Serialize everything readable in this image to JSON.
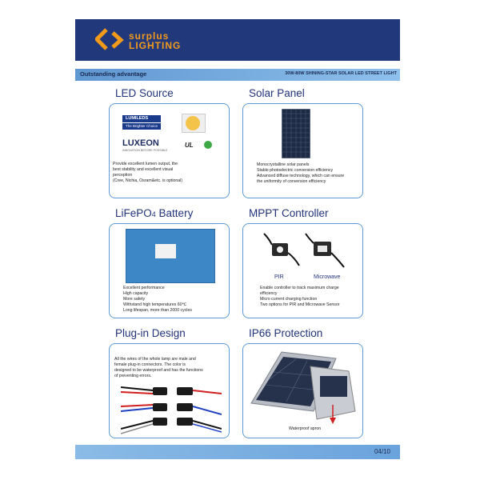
{
  "header": {
    "logo_top": "surplus",
    "logo_bottom": "LIGHTING",
    "brand_color": "#21397a",
    "accent_color": "#f39a1c",
    "logo_icon": "chevron-logo-icon"
  },
  "band": {
    "left": "Outstanding advantage",
    "right": "30W-80W SHINING-STAR SOLAR LED STREET LIGHT"
  },
  "sections": {
    "led": {
      "title": "LED Source",
      "lumileds": "LUMILEDS",
      "lumileds_tag": "The Brighter Choice",
      "luxeon": "LUXEON",
      "luxeon_tag": "INNOVATION BEFORE POSSIBLE",
      "ul": "UL",
      "lines": [
        "Provide excellent lumen output, the",
        "best stability and excellent visual",
        "perception",
        "(Cree, Nichia, Osram&etc. is optional)"
      ]
    },
    "solar": {
      "title": "Solar Panel",
      "lines": [
        "Monocrystalline solar panels",
        "Stable photoelectric conversion efficiency",
        "Advanced diffuse technology, which can ensure",
        "the uniformity of conversion efficiency"
      ]
    },
    "battery": {
      "title_main": "LiFePO",
      "title_sub": "4",
      "title_end": " Battery",
      "lines": [
        "Excellent performance",
        "High capacity",
        "More safety",
        "Withstand high temperatures 60℃",
        "Long lifespan, more than 2000 cycles"
      ]
    },
    "mppt": {
      "title": "MPPT Controller",
      "label_pir": "PIR",
      "label_microwave": "Microwave",
      "lines": [
        "Enable controller to track maximum charge",
        "efficiency",
        "Micro current charging function",
        "Two options for PIR and Microwave Sensor"
      ]
    },
    "plugin": {
      "title": "Plug-in Design",
      "lines": [
        "All the wires of the whole lamp are male and",
        "female plug-in connectors. The color is",
        "designed to be waterproof and has the functions",
        "of preventing errors."
      ]
    },
    "ip66": {
      "title": "IP66 Protection",
      "apron_label": "Waterproof apron"
    }
  },
  "footer": {
    "page": "04/10"
  }
}
